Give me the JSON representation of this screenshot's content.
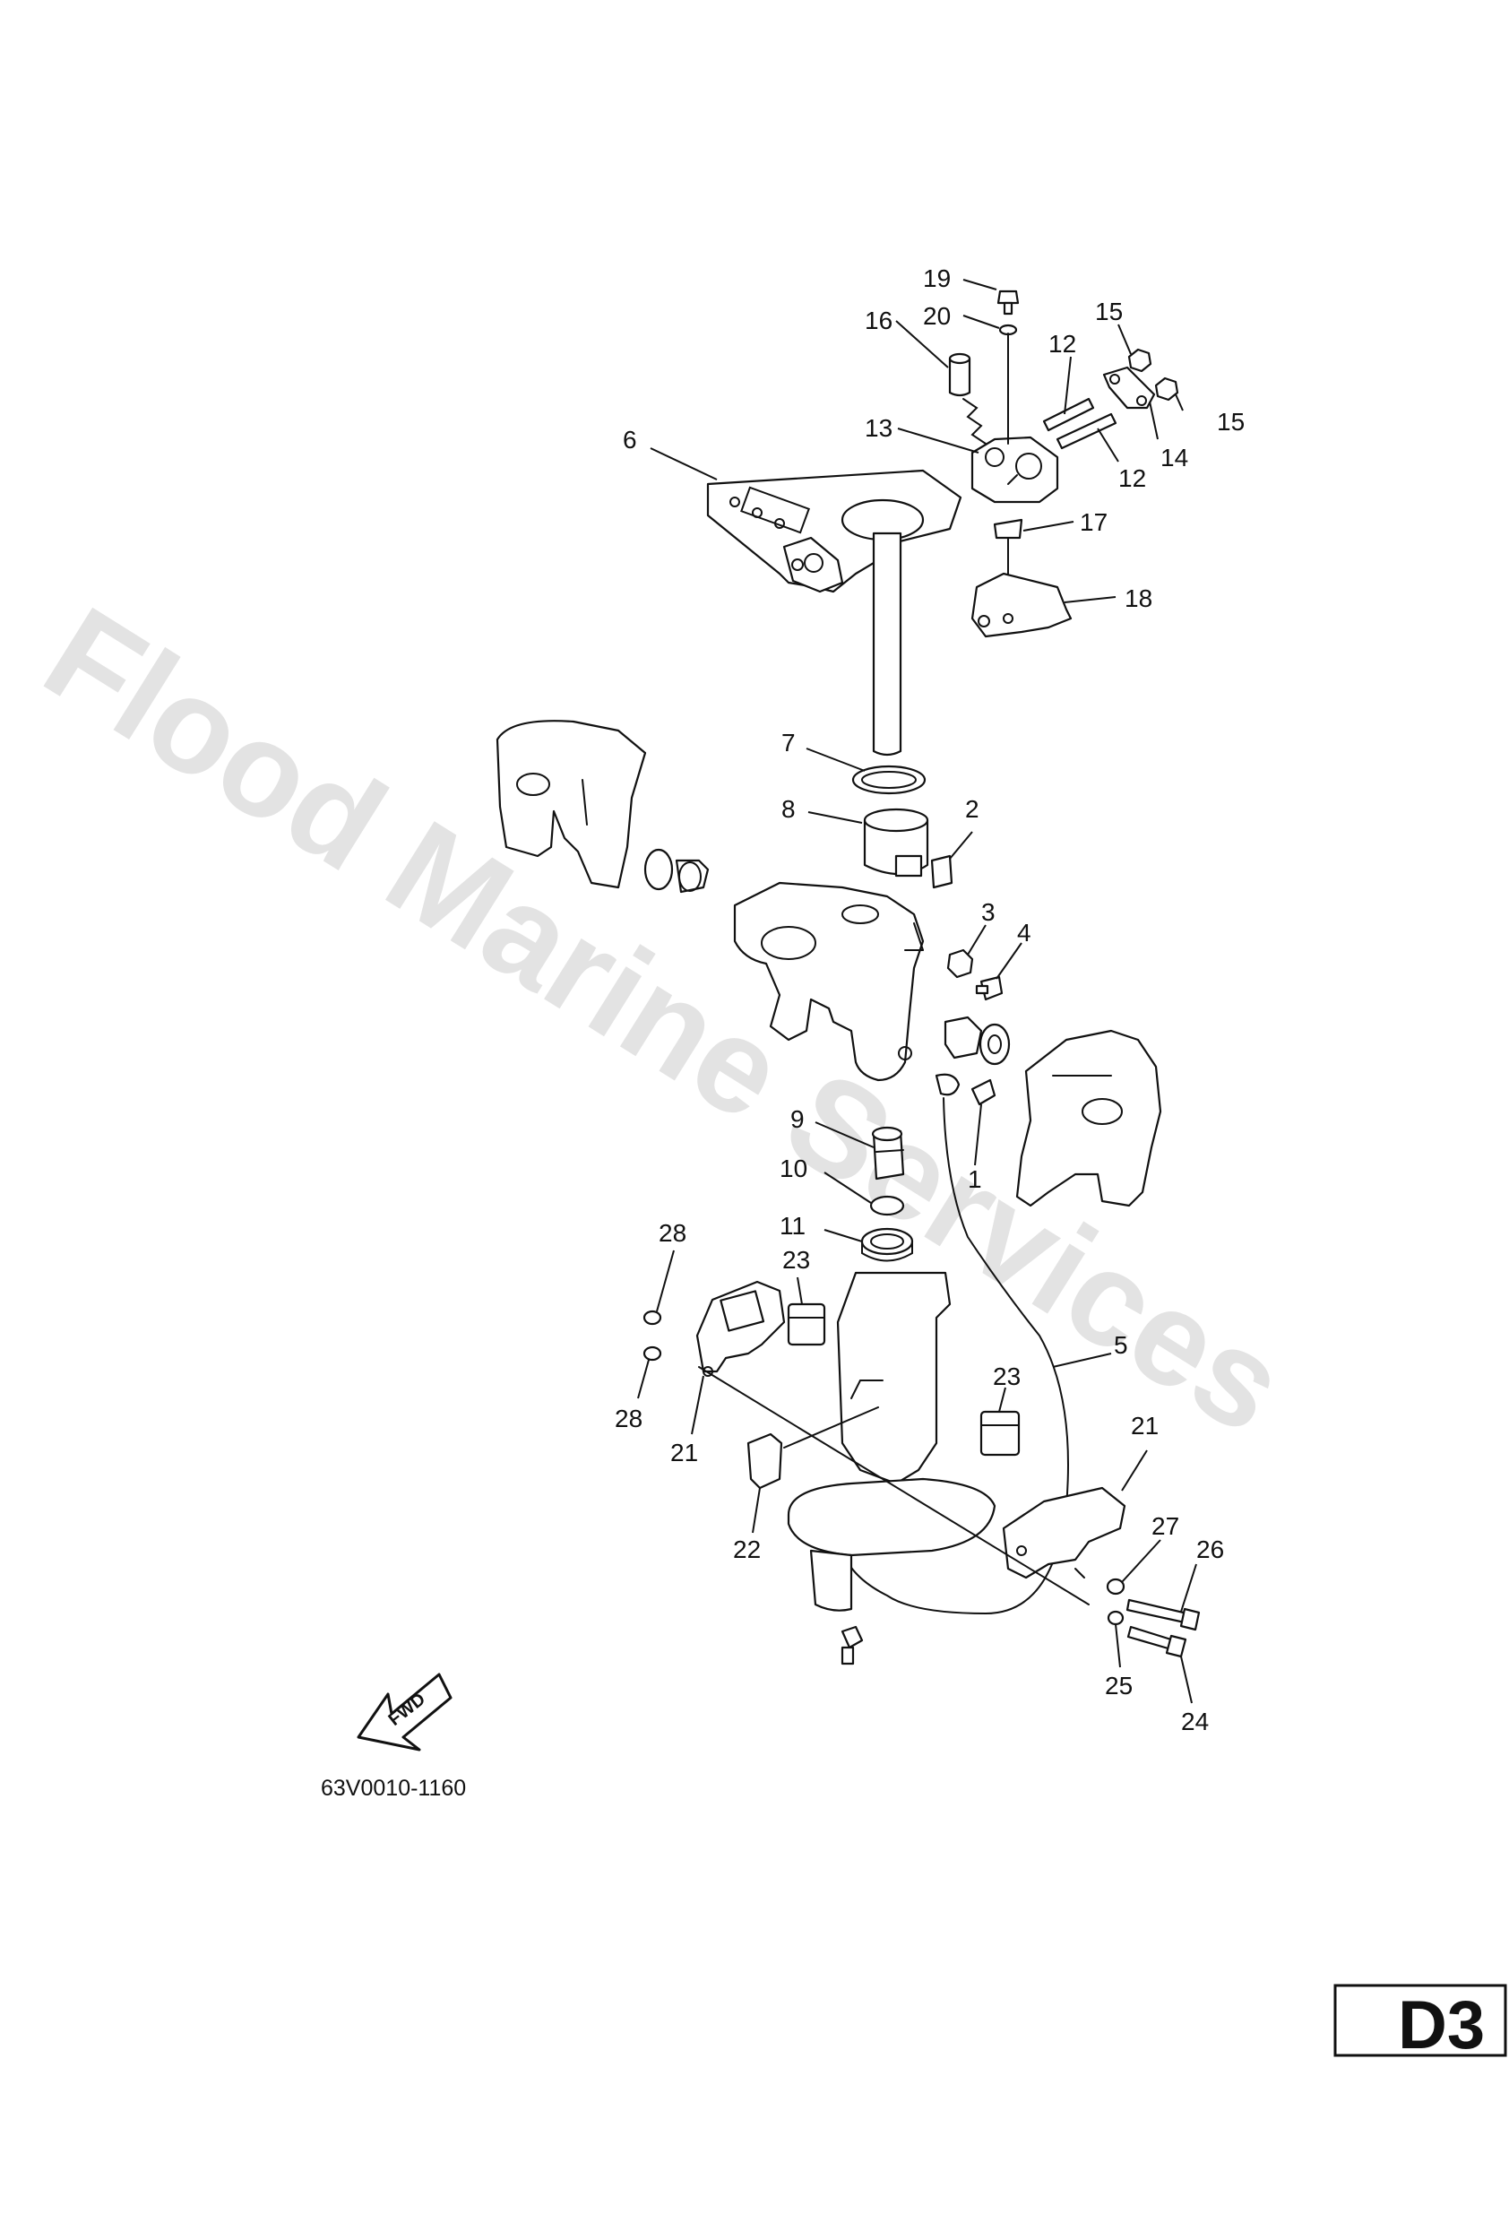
{
  "watermark": "Flood Marine Services",
  "diagram_code": "63V0010-1160",
  "page_code": "D3",
  "fwd_label": "FWD",
  "callouts": {
    "c1": "1",
    "c2": "2",
    "c3": "3",
    "c4": "4",
    "c5": "5",
    "c6": "6",
    "c7": "7",
    "c8": "8",
    "c9": "9",
    "c10": "10",
    "c11": "11",
    "c12a": "12",
    "c12b": "12",
    "c13": "13",
    "c14": "14",
    "c15a": "15",
    "c15b": "15",
    "c16": "16",
    "c17": "17",
    "c18": "18",
    "c19": "19",
    "c20": "20",
    "c21a": "21",
    "c21b": "21",
    "c22": "22",
    "c23a": "23",
    "c23b": "23",
    "c24": "24",
    "c25": "25",
    "c26": "26",
    "c27": "27",
    "c28a": "28",
    "c28b": "28"
  }
}
